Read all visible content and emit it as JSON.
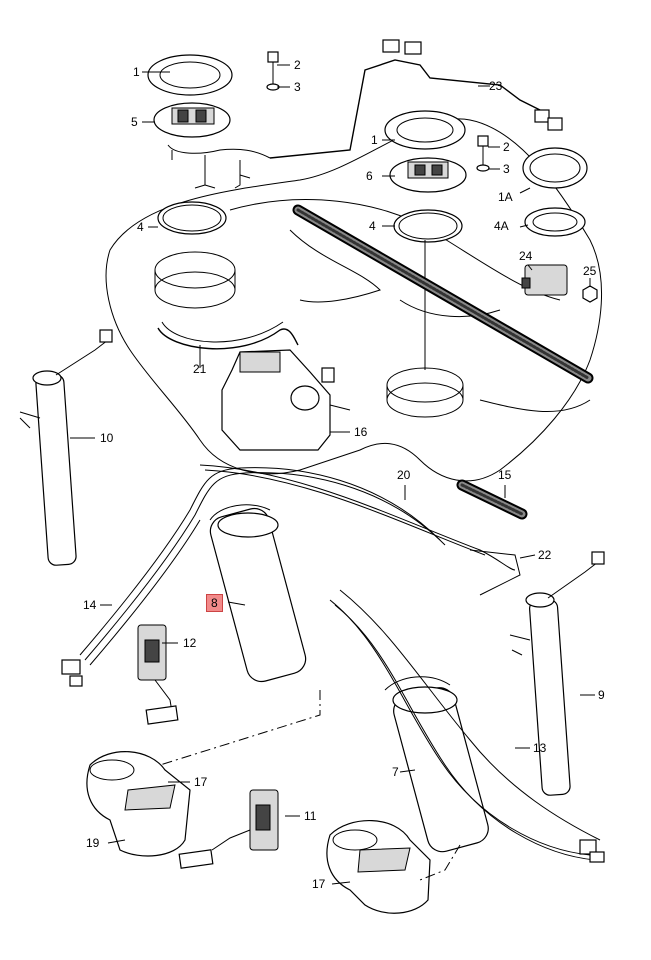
{
  "callouts": {
    "c1_top": "1",
    "c2_top": "2",
    "c3_top": "3",
    "c5": "5",
    "c4_left": "4",
    "c23": "23",
    "c1_right": "1",
    "c2_right": "2",
    "c3_right": "3",
    "c6": "6",
    "c1A": "1A",
    "c4_mid": "4",
    "c4A": "4A",
    "c24": "24",
    "c25": "25",
    "c21": "21",
    "c10": "10",
    "c16": "16",
    "c20": "20",
    "c15": "15",
    "c22": "22",
    "c14": "14",
    "c8": "8",
    "c12": "12",
    "c9": "9",
    "c13": "13",
    "c7": "7",
    "c17_left": "17",
    "c19": "19",
    "c11": "11",
    "c17_bottom": "17"
  },
  "highlighted_part": "8",
  "highlight_color": "#f28a8a"
}
